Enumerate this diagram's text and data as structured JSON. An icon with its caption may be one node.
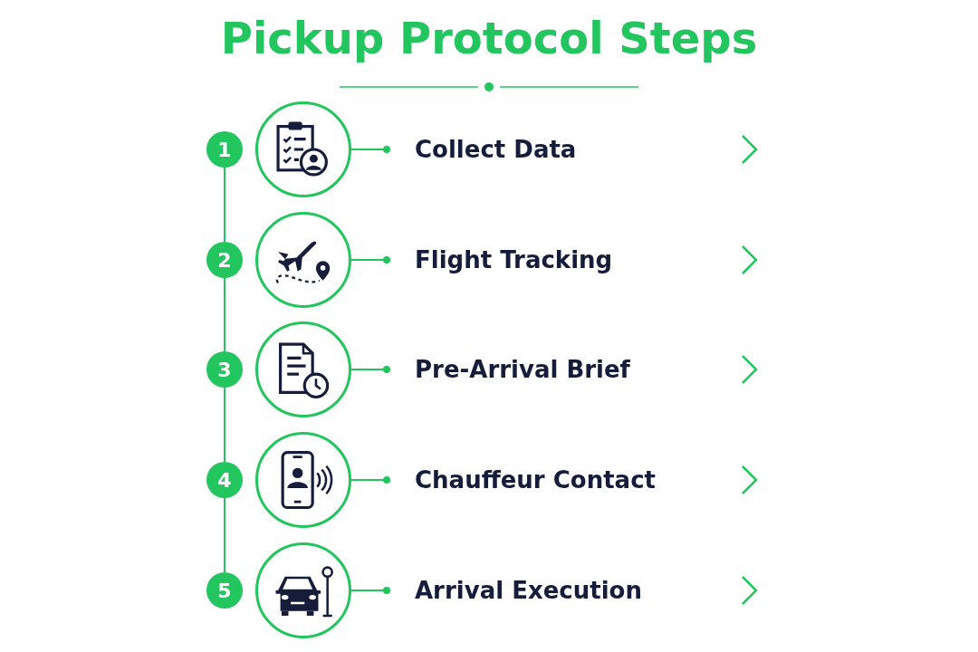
{
  "diagram": {
    "title": "Pickup Protocol Steps",
    "nodes": [
      {
        "text": [
          "1"
        ]
      },
      {
        "text": [],
        "shape": "circle"
      },
      {
        "text": [
          "Collect Data"
        ]
      },
      {
        "text": [
          "2"
        ]
      },
      {
        "text": [],
        "shape": "circle"
      },
      {
        "text": [
          "Flight Tracking"
        ]
      },
      {
        "text": [
          "3"
        ]
      },
      {
        "text": [],
        "shape": "circle"
      },
      {
        "text": [
          "Pre-Arrival Brief"
        ]
      },
      {
        "text": [
          "4"
        ]
      },
      {
        "text": [],
        "shape": "circle"
      },
      {
        "text": [
          "Chauffeur Contact"
        ]
      },
      {
        "text": [
          "5"
        ]
      },
      {
        "text": [],
        "shape": "circle"
      },
      {
        "text": [
          "Arrival Execution"
        ]
      }
    ],
    "edges": [
      {
        "from": 0,
        "to": 3,
        "arrow": "none"
      },
      {
        "from": 3,
        "to": 6,
        "arrow": "none"
      },
      {
        "from": 6,
        "to": 9,
        "arrow": "none"
      },
      {
        "from": 9,
        "to": 12,
        "arrow": "none"
      },
      {
        "from": 1,
        "to": 2,
        "arrow": "other"
      },
      {
        "from": 4,
        "to": 5,
        "arrow": "other"
      },
      {
        "from": 7,
        "to": 8,
        "arrow": "other"
      },
      {
        "from": 10,
        "to": 11,
        "arrow": "other"
      },
      {
        "from": 13,
        "to": 14,
        "arrow": "other"
      }
    ]
  }
}
